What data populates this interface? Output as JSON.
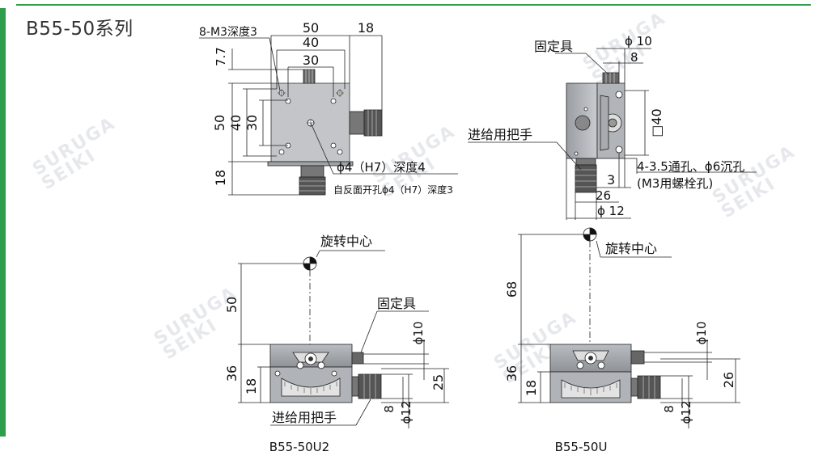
{
  "series_title": "B55-50系列",
  "watermark": [
    "SURUGA",
    "SEIKI"
  ],
  "top_view": {
    "dims": {
      "w50": "50",
      "w40": "40",
      "w30": "30",
      "w18": "18",
      "h7_7": "7.7",
      "h50": "50",
      "h40": "40",
      "h30": "30",
      "h18": "18"
    },
    "tap_note": "8-M3深度3",
    "bore_note": "ϕ4（H7）深度4",
    "bore_note_back": "自反面开孔ϕ4（H7）深度3"
  },
  "side_view": {
    "clamp_label": "固定具",
    "feed_label": "进给用把手",
    "dims": {
      "phi10": "ϕ 10",
      "d8": "8",
      "sq40": "□40",
      "d3": "3",
      "d26": "26",
      "phi12": "ϕ 12"
    },
    "hole_note_1": "4-3.5通孔、ϕ6沉孔",
    "hole_note_2": "(M3用螺栓孔)"
  },
  "model_u2": {
    "caption": "B55-50U2",
    "rotation_center": "旋转中心",
    "clamp_label": "固定具",
    "feed_label": "进给用把手",
    "dims": {
      "d50": "50",
      "d36": "36",
      "d18": "18",
      "phi10": "ϕ10",
      "d25": "25",
      "d8": "8",
      "phi12": "ϕ12"
    }
  },
  "model_u": {
    "caption": "B55-50U",
    "rotation_center": "旋转中心",
    "dims": {
      "d68": "68",
      "d36": "36",
      "d18": "18",
      "phi10": "ϕ10",
      "d26": "26",
      "d8": "8",
      "phi12": "ϕ12"
    }
  }
}
